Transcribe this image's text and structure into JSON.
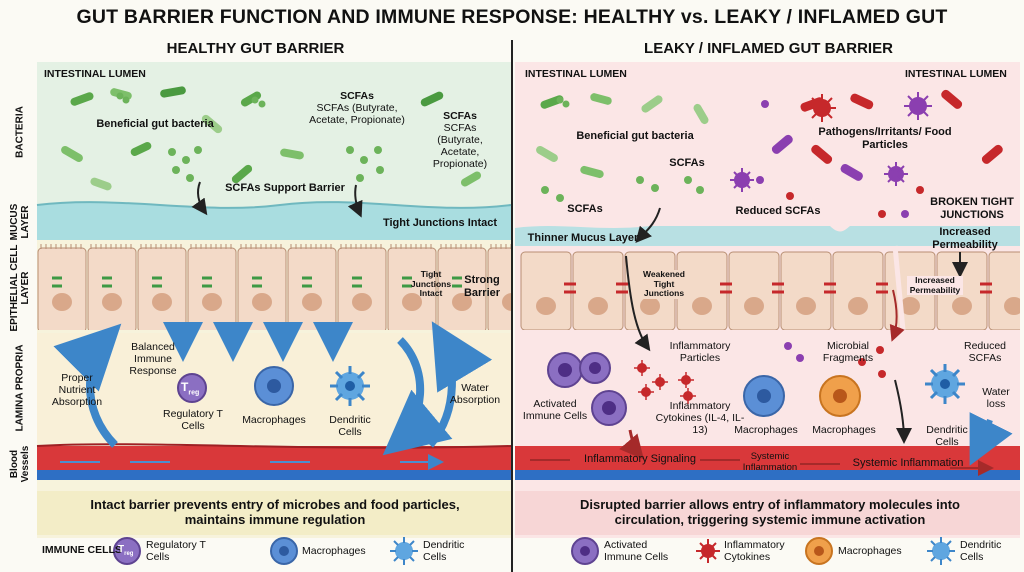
{
  "title": "GUT BARRIER FUNCTION AND IMMUNE RESPONSE: HEALTHY vs. LEAKY / INFLAMED GUT",
  "left": {
    "title": "HEALTHY GUT BARRIER",
    "side_labels": [
      "BACTERIA",
      "MUCUS LAYER",
      "EPITHELIAL CELL LAYER",
      "LAMINA PROPRIA",
      "Blood Vessels"
    ],
    "lumen": "INTESTINAL LUMEN",
    "beneficial": "Beneficial gut bacteria",
    "scfa1": "SCFAs (Butyrate, Acetate, Propionate)",
    "scfa2": "SCFAs (Butyrate, Acetate, Propionate)",
    "scfa_support": "SCFAs Support Barrier",
    "tj_intact": "Tight Junctions Intact",
    "tj_intact_small": "Tight Junctions Intact",
    "strong_barrier": "Strong Barrier",
    "balanced": "Balanced Immune Response",
    "nutrient": "Proper Nutrient Absorption",
    "water": "Water Absorption",
    "treg_symbol": "T",
    "treg_sub": "reg",
    "treg": "Regulatory T Cells",
    "macrophages": "Macrophages",
    "dendritic": "Dendritic Cells",
    "summary": "Intact barrier prevents entry of microbes and food particles, maintains immune regulation"
  },
  "right": {
    "title": "LEAKY / INFLAMED GUT BARRIER",
    "lumen_left": "INTESTINAL LUMEN",
    "lumen_right": "INTESTINAL LUMEN",
    "beneficial": "Beneficial gut bacteria",
    "pathogens": "Pathogens/Irritants/ Food Particles",
    "scfas_a": "SCFAs",
    "scfas_b": "SCFAs",
    "reduced_scfas": "Reduced SCFAs",
    "broken_tj": "BROKEN TIGHT JUNCTIONS",
    "thinner_mucus": "Thinner Mucus Layer",
    "increased_perm": "Increased Permeability",
    "increased_perm_small": "Increased Permeability",
    "weakened_tj": "Weakened Tight Junctions",
    "inflam_particles": "Inflammatory Particles",
    "microbial": "Microbial Fragments",
    "reduced_scfas2": "Reduced SCFAs",
    "activated": "Activated Immune Cells",
    "cytokines": "Inflammatory Cytokines (IL-4, IL-13)",
    "macrophages1": "Macrophages",
    "macrophages2": "Macrophages",
    "dendritic": "Dendritic Cells",
    "water_loss": "Water loss",
    "inflam_signaling": "Inflammatory Signaling",
    "systemic_small": "Systemic Inflammation",
    "systemic_big": "Systemic Inflammation",
    "summary": "Disrupted barrier allows entry of inflammatory molecules into circulation, triggering systemic immune activation"
  },
  "legend": {
    "heading": "IMMUNE CELLS",
    "treg": "Regulatory T Cells",
    "macrophages": "Macrophages",
    "dendritic": "Dendritic Cells",
    "activated": "Activated Immune Cells",
    "cytokines": "Inflammatory Cytokines",
    "macrophages2": "Macrophages",
    "dendritic2": "Dendritic Cells"
  },
  "colors": {
    "healthy_bg": "#f7f3dc",
    "lumen_healthy": "#e4f1e4",
    "mucus": "#a9dde0",
    "cell": "#f3dac8",
    "nucleus": "#d9a88a",
    "leaky_bg": "#fbe6e6",
    "vessel_red": "#d9383a",
    "vessel_blue": "#2e6fc4",
    "arrow_blue": "#3d86c9",
    "inflam_red": "#c6282b",
    "purple": "#8b6fc2",
    "macrophage_blue": "#5b8fd6",
    "macrophage_orange": "#f0a04b"
  }
}
